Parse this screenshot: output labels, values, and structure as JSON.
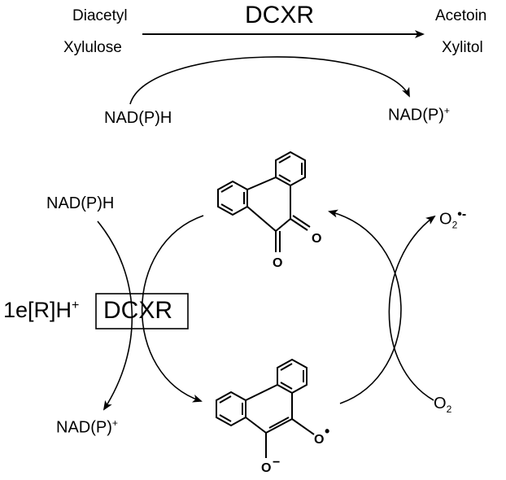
{
  "top_reaction": {
    "enzyme": "DCXR",
    "substrates": [
      "Diacetyl",
      "Xylulose"
    ],
    "products": [
      "Acetoin",
      "Xylitol"
    ],
    "cofactor_in": "NAD(P)H",
    "cofactor_out_base": "NAD(P)",
    "cofactor_out_charge": "+"
  },
  "cycle": {
    "cofactor_in": "NAD(P)H",
    "cofactor_out_base": "NAD(P)",
    "cofactor_out_charge": "+",
    "transfer_base": "1e[R]H",
    "transfer_charge": "+",
    "enzyme_box": "DCXR",
    "oxygen_base": "O",
    "oxygen_sub": "2",
    "superoxide_base": "O",
    "superoxide_sub": "2",
    "superoxide_charge": "•-",
    "quinone_oxygen_1": "O",
    "quinone_oxygen_2": "O",
    "semiquinone_oxygen_radical": "O",
    "semiquinone_radical_dot": "•",
    "semiquinone_oxygen_anion": "O",
    "semiquinone_anion_charge": "−"
  }
}
